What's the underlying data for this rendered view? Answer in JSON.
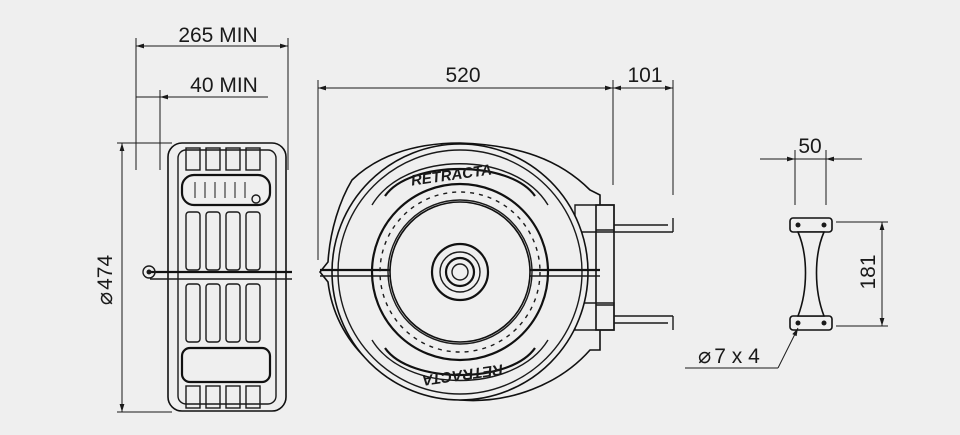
{
  "dimensions": {
    "width_overall": "265 MIN",
    "width_inner": "40 MIN",
    "diameter": "474",
    "length_body": "520",
    "length_bracket": "101",
    "bracket_width": "50",
    "bracket_height": "181",
    "holes": "7 x 4"
  },
  "brand": {
    "text": "RETRACTA"
  },
  "colors": {
    "background": "#efefef",
    "ink": "#1a1a1a"
  }
}
